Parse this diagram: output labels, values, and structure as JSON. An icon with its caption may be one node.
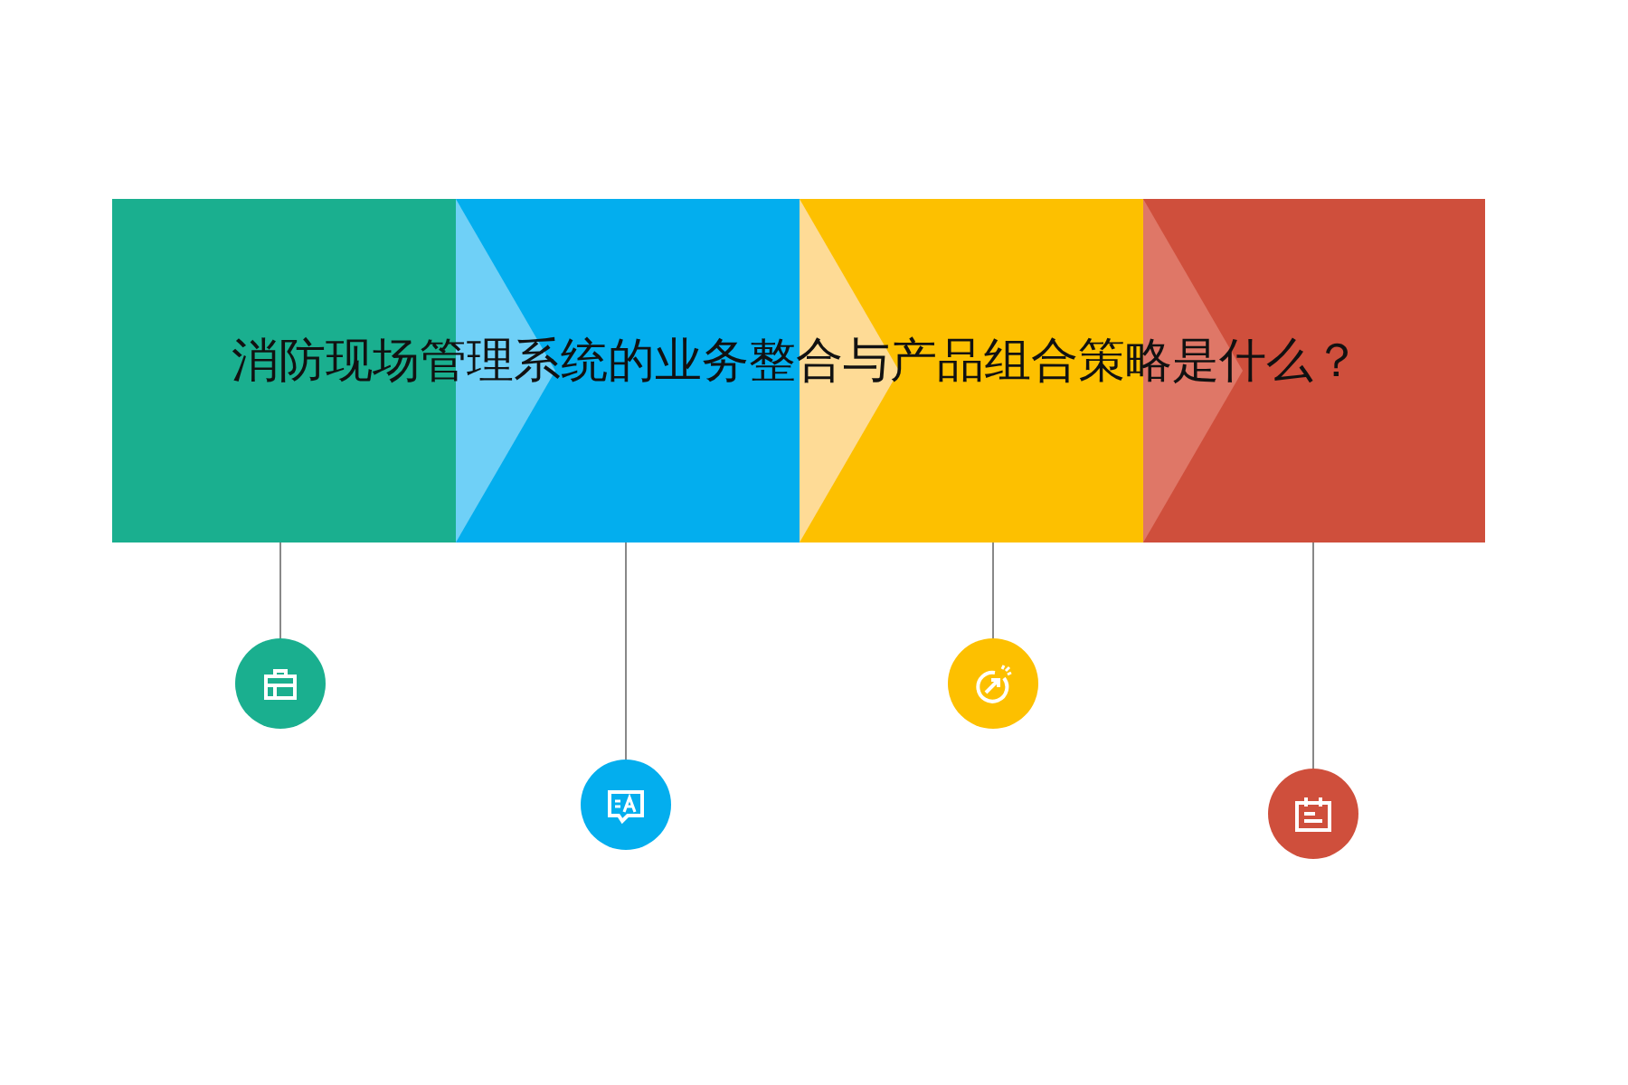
{
  "diagram": {
    "title": "消防现场管理系统的业务整合与产品组合策略是什么？",
    "nodes": [
      {
        "text": [],
        "shape": "box"
      },
      {
        "text": [],
        "shape": "box"
      },
      {
        "text": [],
        "shape": "box"
      },
      {
        "text": [],
        "shape": "box"
      },
      {
        "text": [],
        "shape": "circle"
      },
      {
        "text": [],
        "shape": "circle"
      },
      {
        "text": [],
        "shape": "circle"
      },
      {
        "text": [],
        "shape": "circle"
      }
    ],
    "edges": [
      {
        "from": 0,
        "to": 4,
        "arrow": "none"
      },
      {
        "from": 1,
        "to": 5,
        "arrow": "none"
      },
      {
        "from": 2,
        "to": 6,
        "arrow": "none"
      },
      {
        "from": 3,
        "to": 7,
        "arrow": "none"
      }
    ]
  }
}
